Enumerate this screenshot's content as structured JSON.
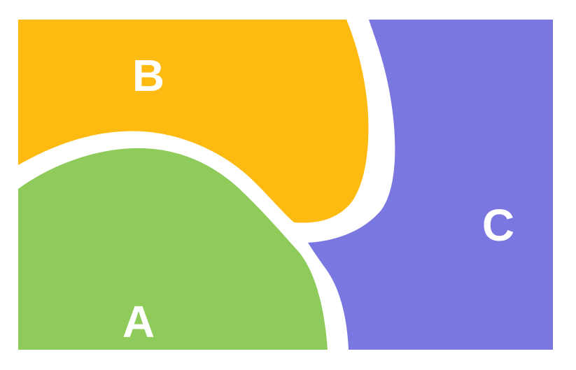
{
  "regions": {
    "a": {
      "label": "A",
      "color": "#8ECB5A"
    },
    "b": {
      "label": "B",
      "color": "#FDBB12"
    },
    "c": {
      "label": "C",
      "color": "#7B77E0"
    }
  },
  "background_color": "#ffffff"
}
